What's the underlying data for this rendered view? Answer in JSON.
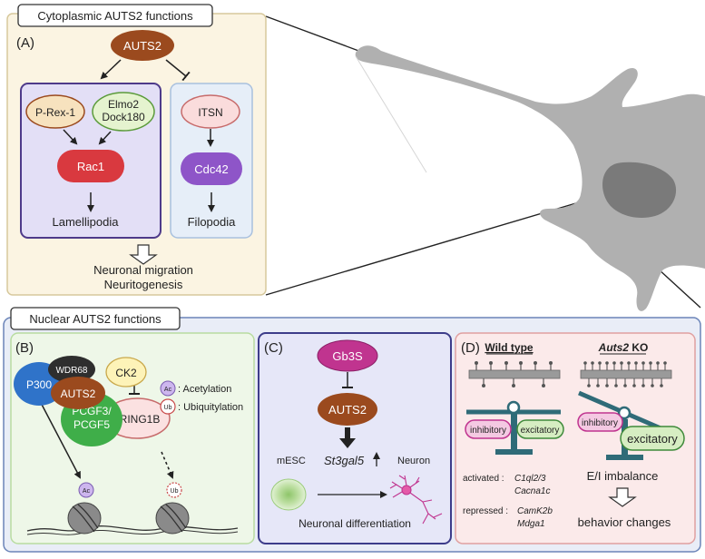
{
  "cytoplasmic": {
    "section_title": "Cytoplasmic AUTS2 functions",
    "panel_label": "(A)",
    "auts2": "AUTS2",
    "prex1": "P-Rex-1",
    "elmo2": "Elmo2",
    "dock180": "Dock180",
    "itsn": "ITSN",
    "rac1": "Rac1",
    "cdc42": "Cdc42",
    "lamellipodia": "Lamellipodia",
    "filopodia": "Filopodia",
    "outcome_line1": "Neuronal migration",
    "outcome_line2": "Neuritogenesis"
  },
  "nuclear": {
    "section_title": "Nuclear AUTS2 functions",
    "panel_b": {
      "label": "(B)",
      "wdr68": "WDR68",
      "auts2": "AUTS2",
      "ck2": "CK2",
      "p300": "P300",
      "pcgf_line1": "PCGF3/",
      "pcgf_line2": "PCGF5",
      "ring1b": "RING1B",
      "ac_symbol": "Ac",
      "ub_symbol": "Ub",
      "acetylation_legend": ": Acetylation",
      "ubiquitylation_legend": ": Ubiquitylation"
    },
    "panel_c": {
      "label": "(C)",
      "gb3s": "Gb3S",
      "auts2": "AUTS2",
      "st3gal5": "St3gal5",
      "mesc": "mESC",
      "neuron": "Neuron",
      "differentiation": "Neuronal differentiation"
    },
    "panel_d": {
      "label": "(D)",
      "wild_type": "Wild type",
      "ko_gene": "Auts2",
      "ko_suffix": " KO",
      "inhibitory": "inhibitory",
      "excitatory": "excitatory",
      "activated_label": "activated : ",
      "activated_genes_line1": "C1ql2/3",
      "activated_genes_line2": "Cacna1c",
      "repressed_label": "repressed : ",
      "repressed_genes_line1": "CamK2b",
      "repressed_genes_line2": "Mdga1",
      "imbalance": "E/I imbalance",
      "behavior": "behavior changes"
    }
  },
  "colors": {
    "auts2_brown": "#9b4a1e",
    "rac1_red": "#d9393f",
    "cdc42_purple": "#8e55c8",
    "gb3s_magenta": "#c0348f",
    "p300_blue": "#2f73c9",
    "pcgf_green": "#3fae49",
    "panel_a_bg": "#fbf4e2",
    "panel_b_bg": "#eef7e8",
    "panel_c_bg": "#e6e7f8",
    "panel_d_bg": "#fbeaea",
    "nuclear_bg": "#e9edf7"
  }
}
